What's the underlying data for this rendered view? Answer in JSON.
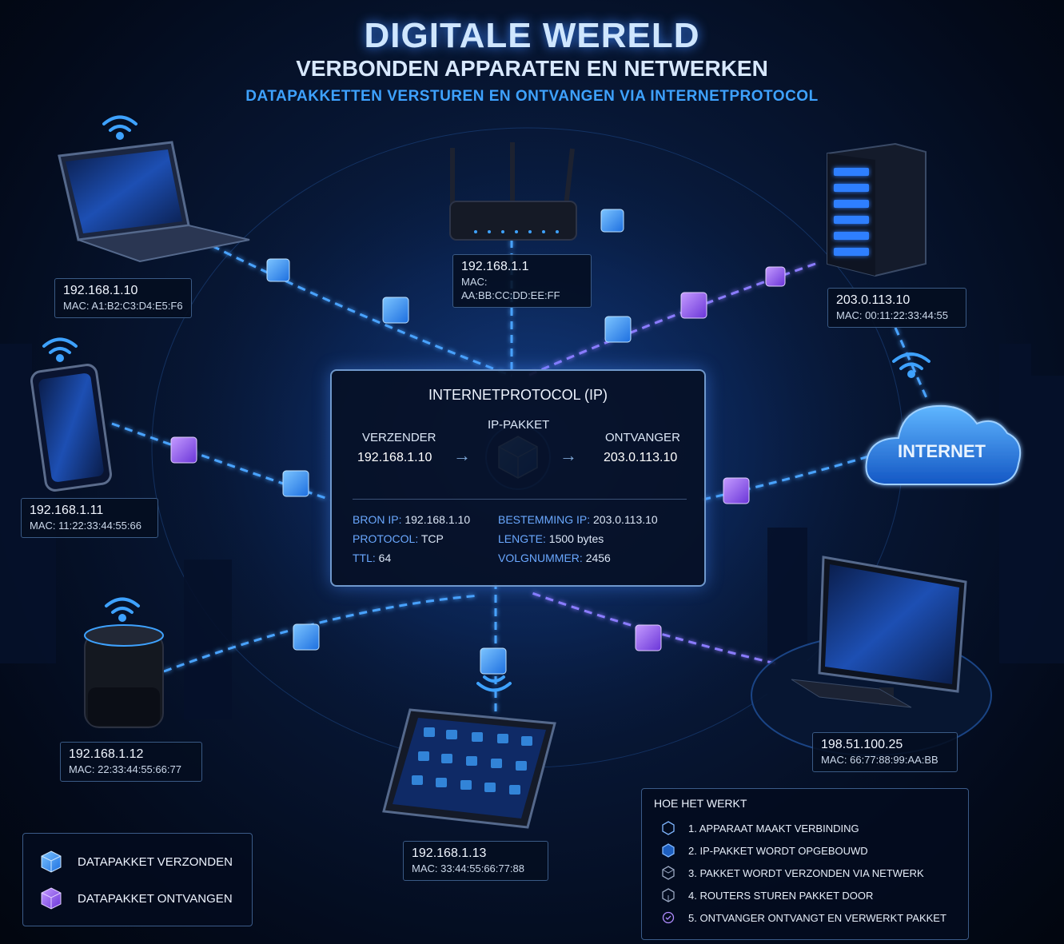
{
  "title": "DIGITALE WERELD",
  "subtitle": "VERBONDEN APPARATEN EN NETWERKEN",
  "tagline": "DATAPAKKETTEN VERSTUREN EN ONTVANGEN VIA INTERNETPROTOCOL",
  "devices": {
    "laptop": {
      "ip": "192.168.1.10",
      "mac": "MAC: A1:B2:C3:D4:E5:F6",
      "icon": "laptop-icon"
    },
    "router": {
      "ip": "192.168.1.1",
      "mac": "MAC: AA:BB:CC:DD:EE:FF",
      "icon": "router-icon"
    },
    "server": {
      "ip": "203.0.113.10",
      "mac": "MAC: 00:11:22:33:44:55",
      "icon": "server-icon"
    },
    "phone": {
      "ip": "192.168.1.11",
      "mac": "MAC: 11:22:33:44:55:66",
      "icon": "smartphone-icon"
    },
    "speaker": {
      "ip": "192.168.1.12",
      "mac": "MAC: 22:33:44:55:66:77",
      "icon": "smart-speaker-icon"
    },
    "tablet": {
      "ip": "192.168.1.13",
      "mac": "MAC: 33:44:55:66:77:88",
      "icon": "tablet-icon"
    },
    "desktop": {
      "ip": "198.51.100.25",
      "mac": "MAC: 66:77:88:99:AA:BB",
      "icon": "desktop-icon"
    }
  },
  "cloud": {
    "label": "INTERNET",
    "icon": "cloud-icon"
  },
  "ip_box": {
    "title": "INTERNETPROTOCOL (IP)",
    "sender_label": "VERZENDER",
    "sender_ip": "192.168.1.10",
    "packet_label": "IP-PAKKET",
    "receiver_label": "ONTVANGER",
    "receiver_ip": "203.0.113.10",
    "fields": [
      {
        "key": "BRON IP:",
        "value": "192.168.1.10"
      },
      {
        "key": "PROTOCOL:",
        "value": "TCP"
      },
      {
        "key": "TTL:",
        "value": "64"
      },
      {
        "key": "BESTEMMING IP:",
        "value": "203.0.113.10"
      },
      {
        "key": "LENGTE:",
        "value": "1500 bytes"
      },
      {
        "key": "VOLGNUMMER:",
        "value": "2456"
      }
    ]
  },
  "legend": {
    "sent": "DATAPAKKET VERZONDEN",
    "received": "DATAPAKKET ONTVANGEN",
    "sent_color": "#1e88ff",
    "received_color": "#8b4dff"
  },
  "how_it_works": {
    "title": "HOE HET WERKT",
    "steps": [
      "1. APPARAAT MAAKT VERBINDING",
      "2. IP-PAKKET WORDT OPGEBOUWD",
      "3. PAKKET WORDT VERZONDEN VIA NETWERK",
      "4. ROUTERS STUREN PAKKET DOOR",
      "5. ONTVANGER ONTVANGT EN VERWERKT PAKKET"
    ]
  },
  "colors": {
    "accent": "#3ea2ff",
    "line": "#4aa3ff",
    "purple": "#8b4dff"
  }
}
